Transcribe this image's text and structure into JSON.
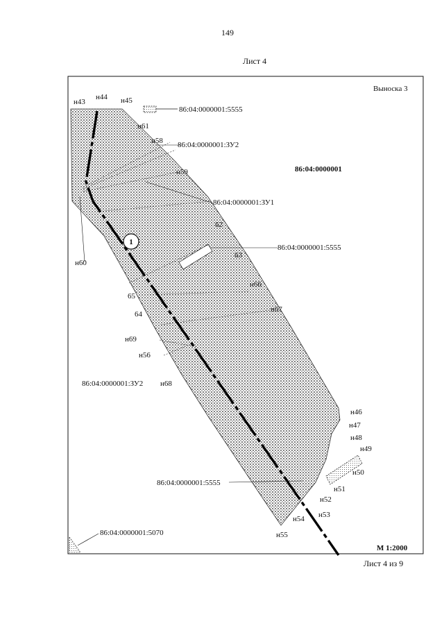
{
  "header": {
    "page_number": "149",
    "sheet_title": "Лист 4"
  },
  "footer": {
    "sheet_of": "Лист 4 из 9"
  },
  "map": {
    "inset_title": "Выноска 3",
    "scale": "М 1:2000",
    "block_number": "86:04:0000001",
    "route_number": "1",
    "parcels": {
      "p5555_top": "86:04:0000001:5555",
      "zu2_top": "86:04:0000001:ЗУ2",
      "zu1": "86:04:0000001:ЗУ1",
      "p5555_mid": "86:04:0000001:5555",
      "zu2_bottom": "86:04:0000001:ЗУ2",
      "p5555_bottom": "86:04:0000001:5555",
      "p5070": "86:04:0000001:5070"
    },
    "points": {
      "n43": "н43",
      "n44": "н44",
      "n45": "н45",
      "n61": "н61",
      "n58": "н58",
      "n59": "н59",
      "n60": "н60",
      "p62": "62",
      "p63": "63",
      "n66": "н66",
      "p65": "65",
      "p64": "64",
      "n67": "н67",
      "n69": "н69",
      "n56": "н56",
      "n68": "н68",
      "n46": "н46",
      "n47": "н47",
      "n48": "н48",
      "n49": "н49",
      "n50": "н50",
      "n51": "н51",
      "n52": "н52",
      "n53": "н53",
      "n54": "н54",
      "n55": "н55"
    },
    "colors": {
      "ink": "#111111",
      "hatch_bg": "#9a9a9a"
    }
  }
}
